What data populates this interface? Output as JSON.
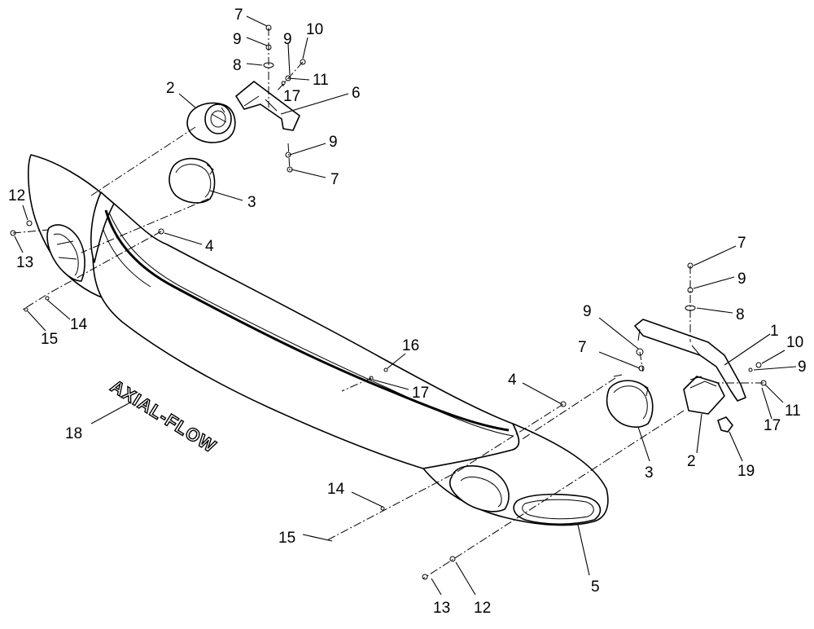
{
  "logo": {
    "text": "AXIAL-FLOW"
  },
  "callouts": [
    {
      "id": "c1",
      "label": "7"
    },
    {
      "id": "c2",
      "label": "9"
    },
    {
      "id": "c3",
      "label": "8"
    },
    {
      "id": "c4",
      "label": "9"
    },
    {
      "id": "c5",
      "label": "10"
    },
    {
      "id": "c6",
      "label": "11"
    },
    {
      "id": "c7",
      "label": "17"
    },
    {
      "id": "c8",
      "label": "6"
    },
    {
      "id": "c9",
      "label": "2"
    },
    {
      "id": "c10",
      "label": "9"
    },
    {
      "id": "c11",
      "label": "7"
    },
    {
      "id": "c12",
      "label": "3"
    },
    {
      "id": "c13",
      "label": "12"
    },
    {
      "id": "c14",
      "label": "13"
    },
    {
      "id": "c15",
      "label": "4"
    },
    {
      "id": "c16",
      "label": "14"
    },
    {
      "id": "c17",
      "label": "15"
    },
    {
      "id": "c18",
      "label": "18"
    },
    {
      "id": "c19",
      "label": "16"
    },
    {
      "id": "c20",
      "label": "17"
    },
    {
      "id": "c21",
      "label": "4"
    },
    {
      "id": "c22",
      "label": "7"
    },
    {
      "id": "c23",
      "label": "9"
    },
    {
      "id": "c24",
      "label": "8"
    },
    {
      "id": "c25",
      "label": "9"
    },
    {
      "id": "c26",
      "label": "7"
    },
    {
      "id": "c27",
      "label": "1"
    },
    {
      "id": "c28",
      "label": "10"
    },
    {
      "id": "c29",
      "label": "9"
    },
    {
      "id": "c30",
      "label": "11"
    },
    {
      "id": "c31",
      "label": "17"
    },
    {
      "id": "c32",
      "label": "3"
    },
    {
      "id": "c33",
      "label": "2"
    },
    {
      "id": "c34",
      "label": "19"
    },
    {
      "id": "c35",
      "label": "14"
    },
    {
      "id": "c36",
      "label": "15"
    },
    {
      "id": "c37",
      "label": "5"
    },
    {
      "id": "c38",
      "label": "13"
    },
    {
      "id": "c39",
      "label": "12"
    }
  ]
}
